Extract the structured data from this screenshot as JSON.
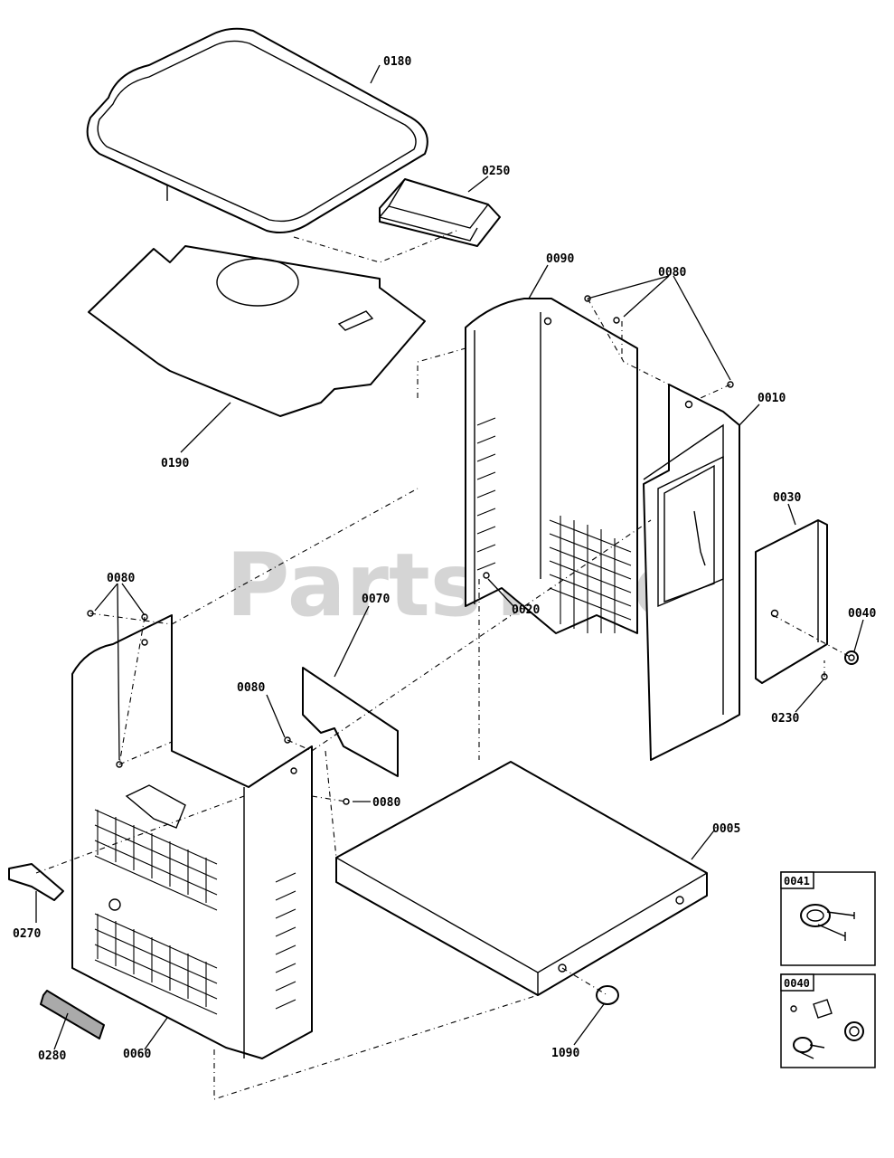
{
  "watermark": "PartsTree",
  "labels": {
    "l0180": "0180",
    "l0250": "0250",
    "l0090": "0090",
    "l0080a": "0080",
    "l0010": "0010",
    "l0190": "0190",
    "l0030": "0030",
    "l0040a": "0040",
    "l0080b": "0080",
    "l0070": "0070",
    "l0020": "0020",
    "l0080c": "0080",
    "l0230": "0230",
    "l0080d": "0080",
    "l0005": "0005",
    "l0270": "0270",
    "l0280": "0280",
    "l0060": "0060",
    "l1090": "1090"
  },
  "insets": {
    "inset0041": "0041",
    "inset0040": "0040"
  }
}
